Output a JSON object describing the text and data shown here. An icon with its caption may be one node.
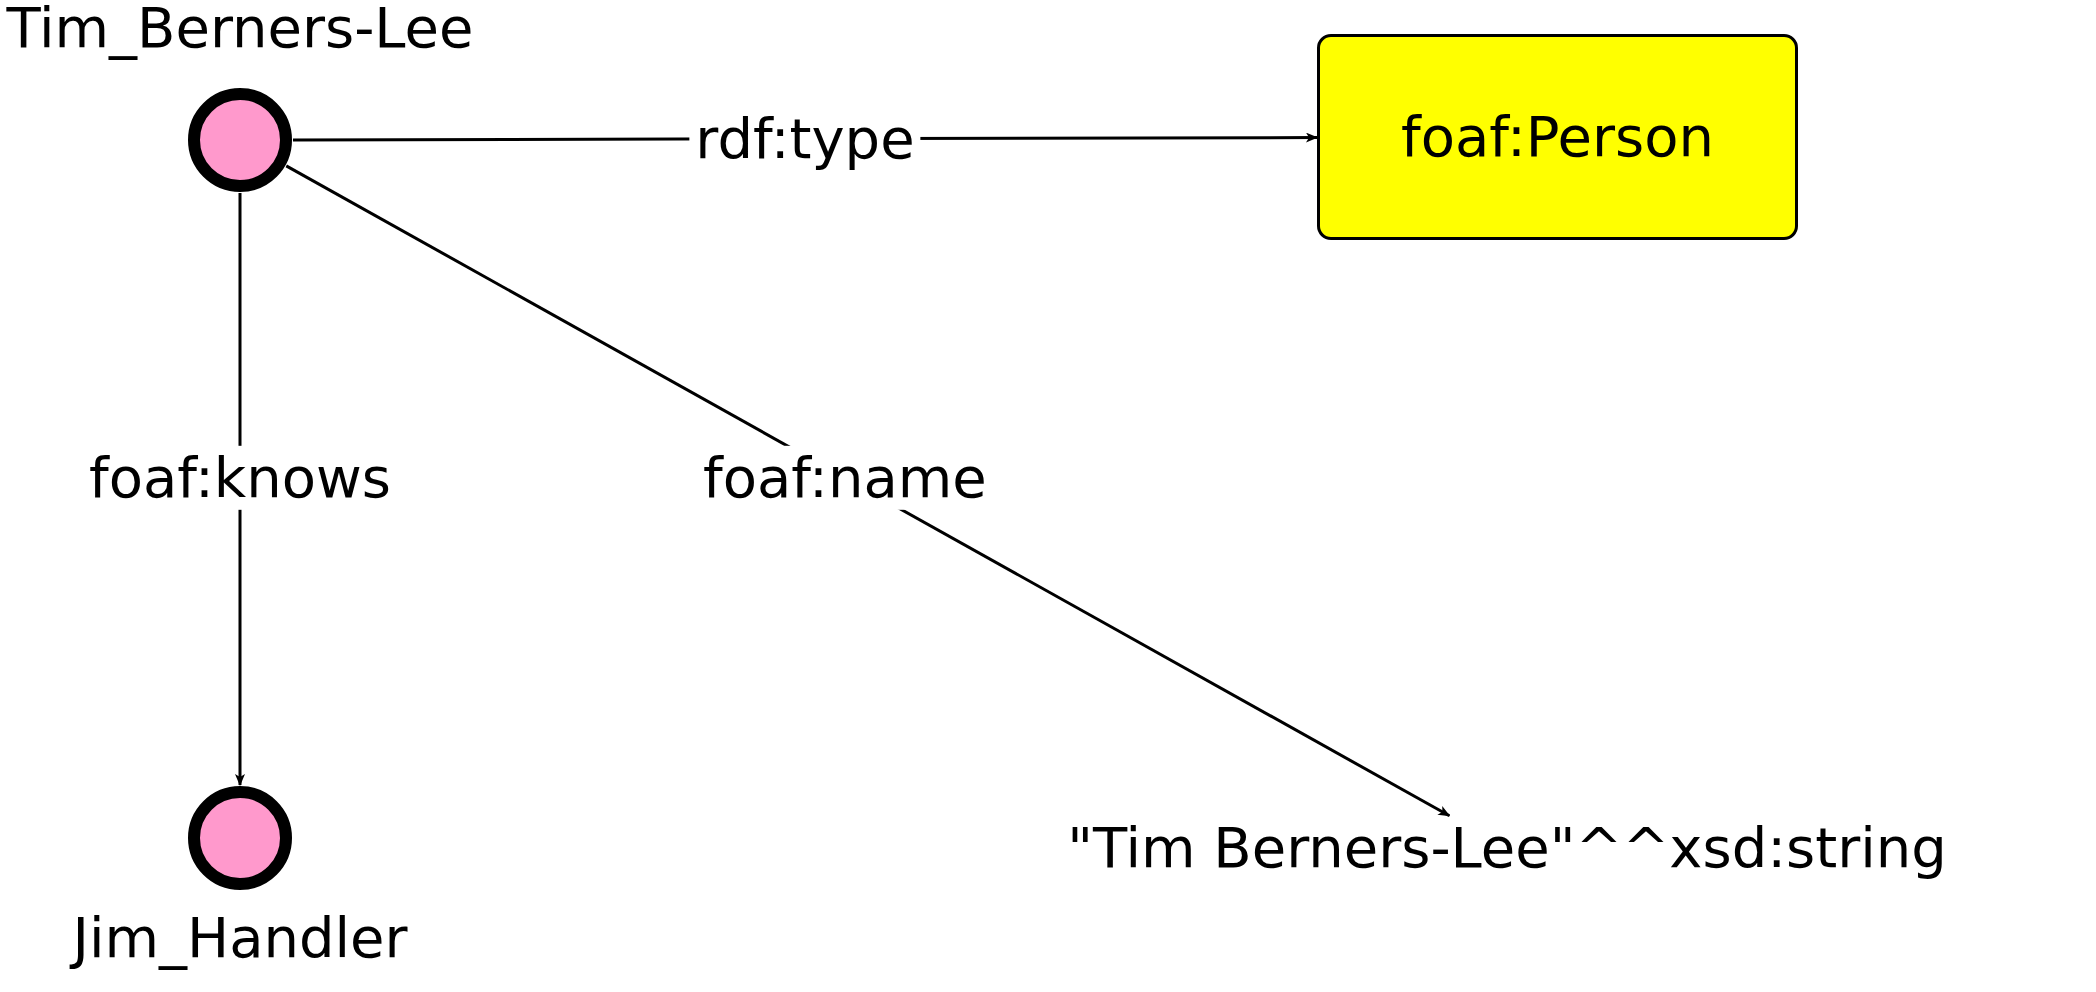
{
  "diagram": {
    "nodes": [
      {
        "text": [
          "Tim_Berners-Lee"
        ]
      },
      {
        "text": [
          "foaf:Person"
        ]
      },
      {
        "text": [
          "Jim_Handler"
        ]
      },
      {
        "text": [
          "\"Tim Berners-Lee\"^^xsd:string"
        ]
      }
    ],
    "edges": [
      {
        "from": 0,
        "to": 1,
        "arrow": "to",
        "label": "rdf:type"
      },
      {
        "from": 0,
        "to": 2,
        "arrow": "to",
        "label": "foaf:knows"
      },
      {
        "from": 0,
        "to": 3,
        "arrow": "to",
        "label": "foaf:name"
      }
    ]
  }
}
